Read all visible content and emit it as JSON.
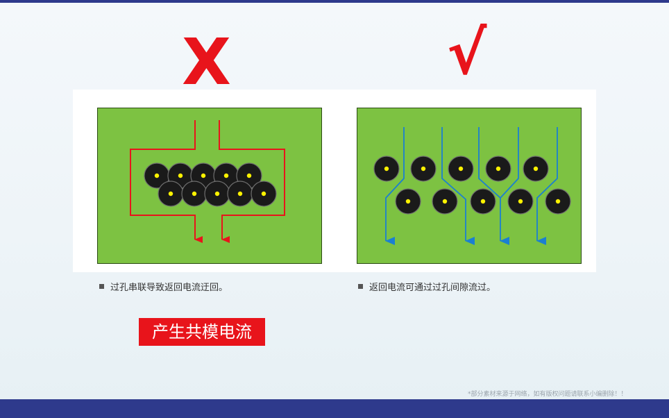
{
  "marks": {
    "wrong": "X",
    "right": "√"
  },
  "left": {
    "caption": "过孔串联导致返回电流迂回。",
    "badge": "产生共模电流"
  },
  "right": {
    "caption": "返回电流可通过过孔间隙流过。"
  },
  "footnote": "*部分素材来源于网络，如有版权问题请联系小编删除！！",
  "colors": {
    "board": "#7dc242",
    "board_border": "#2a4a14",
    "via": "#1a1a1a",
    "via_ring": "#6e6e6e",
    "via_center": "#fff200",
    "path_red": "#e8141b",
    "path_blue": "#1b7fd1",
    "accent": "#e8141b",
    "bar": "#2e3a8c"
  }
}
